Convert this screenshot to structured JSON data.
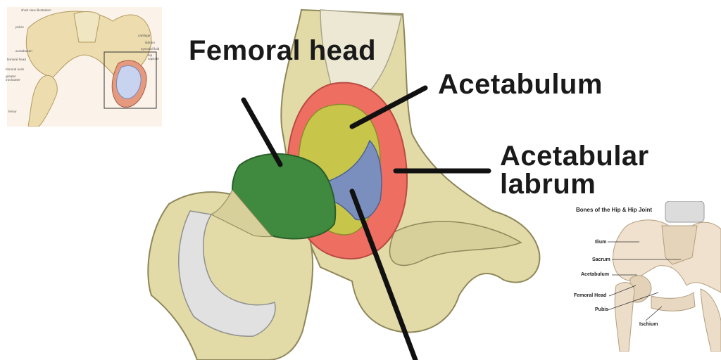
{
  "main": {
    "labels": {
      "femoral_head": "Femoral head",
      "acetabulum": "Acetabulum",
      "acetabular_labrum": "Acetabular labrum"
    },
    "colors": {
      "bone": "#e0d9a6",
      "femoral_head": "#3f8a3f",
      "acetabulum": "#c7c64a",
      "labrum": "#ee6e62",
      "ligament": "#7a8fbd",
      "capsule": "#d9d9d9"
    }
  },
  "inset_left": {
    "labels": {
      "caption": "short view illustration",
      "pelvis": "pelvis",
      "acetabulum": "acetabulum",
      "femoral_head": "femoral head",
      "femoral_neck": "femoral neck",
      "greater_trochanter": "greater trochanter",
      "femur": "femur",
      "cartilage": "cartilage",
      "labrum": "labrum",
      "synovial_fluid": "synovial fluid",
      "hip_capsule": "hip capsule"
    }
  },
  "inset_right": {
    "title": "Bones of the Hip & Hip Joint",
    "labels": {
      "ilium": "Ilium",
      "sacrum": "Sacrum",
      "acetabulum": "Acetabulum",
      "femoral_head": "Femoral Head",
      "pubis": "Pubis",
      "ischium": "Ischium"
    }
  }
}
